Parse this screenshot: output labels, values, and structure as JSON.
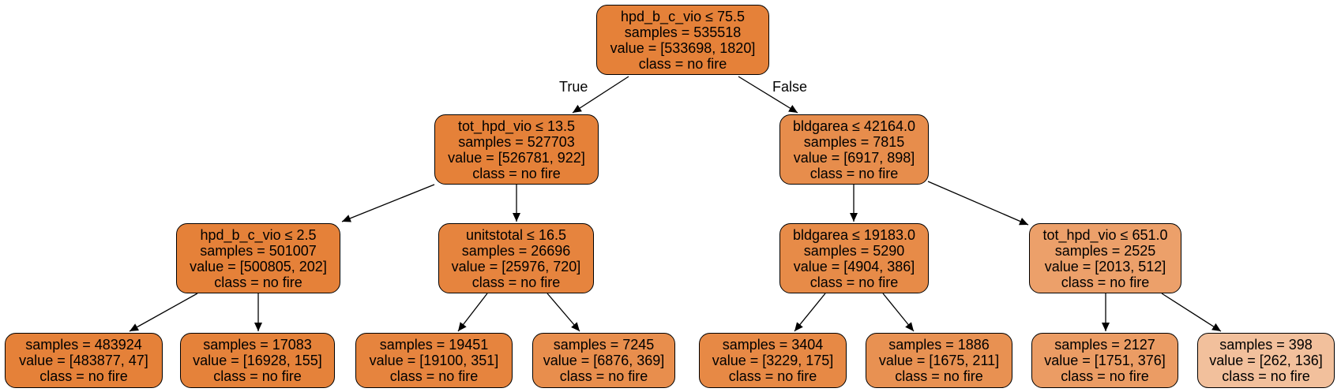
{
  "tree": {
    "edge_labels": {
      "true_label": "True",
      "false_label": "False"
    },
    "nodes": [
      {
        "id": "n0",
        "fill": "#e58139",
        "lines": [
          "hpd_b_c_vio ≤ 75.5",
          "samples = 535518",
          "value = [533698, 1820]",
          "class = no fire"
        ]
      },
      {
        "id": "n1",
        "fill": "#e58139",
        "lines": [
          "tot_hpd_vio ≤ 13.5",
          "samples = 527703",
          "value = [526781, 922]",
          "class = no fire"
        ]
      },
      {
        "id": "n2",
        "fill": "#e78d4c",
        "lines": [
          "bldgarea ≤ 42164.0",
          "samples = 7815",
          "value = [6917, 898]",
          "class = no fire"
        ]
      },
      {
        "id": "n3",
        "fill": "#e58139",
        "lines": [
          "hpd_b_c_vio ≤ 2.5",
          "samples = 501007",
          "value = [500805, 202]",
          "class = no fire"
        ]
      },
      {
        "id": "n4",
        "fill": "#e6843e",
        "lines": [
          "unitstotal ≤ 16.5",
          "samples = 26696",
          "value = [25976, 720]",
          "class = no fire"
        ]
      },
      {
        "id": "n5",
        "fill": "#e78b48",
        "lines": [
          "bldgarea ≤ 19183.0",
          "samples = 5290",
          "value = [4904, 386]",
          "class = no fire"
        ]
      },
      {
        "id": "n6",
        "fill": "#eca06a",
        "lines": [
          "tot_hpd_vio ≤ 651.0",
          "samples = 2525",
          "value = [2013, 512]",
          "class = no fire"
        ]
      },
      {
        "id": "n7",
        "fill": "#e58139",
        "lines": [
          "samples = 483924",
          "value = [483877, 47]",
          "class = no fire"
        ]
      },
      {
        "id": "n8",
        "fill": "#e5823a",
        "lines": [
          "samples = 17083",
          "value = [16928, 155]",
          "class = no fire"
        ]
      },
      {
        "id": "n9",
        "fill": "#e6843e",
        "lines": [
          "samples = 19451",
          "value = [19100, 351]",
          "class = no fire"
        ]
      },
      {
        "id": "n10",
        "fill": "#e88e4d",
        "lines": [
          "samples = 7245",
          "value = [6876, 369]",
          "class = no fire"
        ]
      },
      {
        "id": "n11",
        "fill": "#e78945",
        "lines": [
          "samples = 3404",
          "value = [3229, 175]",
          "class = no fire"
        ]
      },
      {
        "id": "n12",
        "fill": "#e89152",
        "lines": [
          "samples = 1886",
          "value = [1675, 211]",
          "class = no fire"
        ]
      },
      {
        "id": "n13",
        "fill": "#eb9c64",
        "lines": [
          "samples = 2127",
          "value = [1751, 376]",
          "class = no fire"
        ]
      },
      {
        "id": "n14",
        "fill": "#f2c09c",
        "lines": [
          "samples = 398",
          "value = [262, 136]",
          "class = no fire"
        ]
      }
    ]
  }
}
